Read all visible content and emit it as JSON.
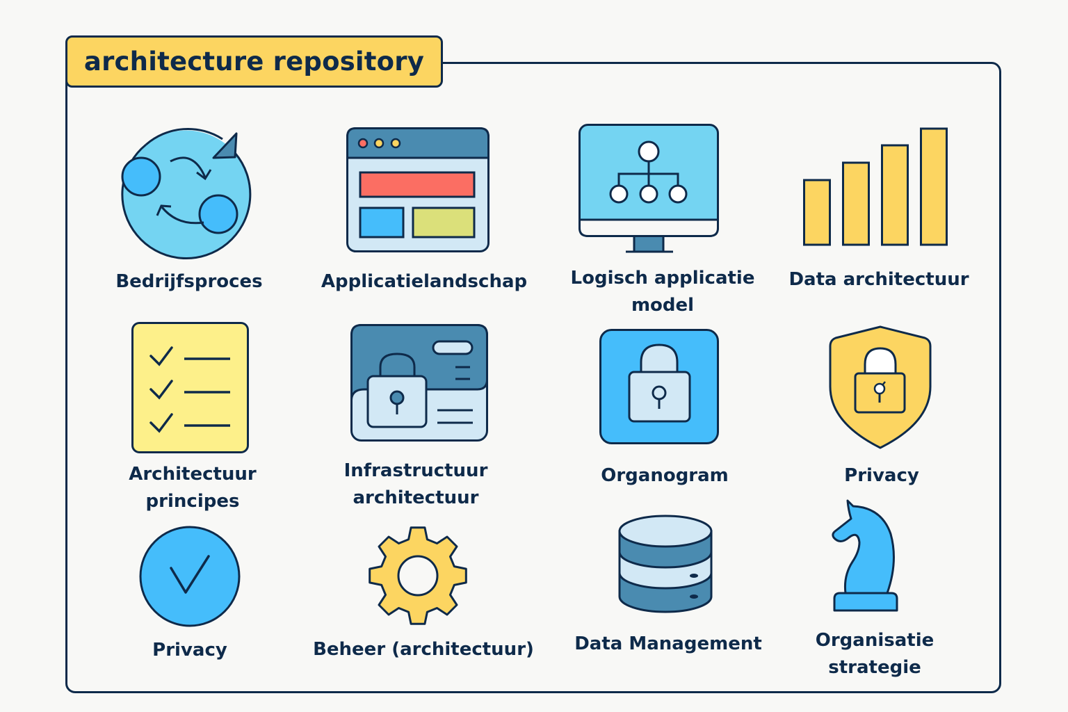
{
  "title": "architecture repository",
  "colors": {
    "outline": "#0e2a4a",
    "yellow": "#fcd561",
    "light_yellow": "#fdf08a",
    "sky": "#74d4f2",
    "blue": "#45bdfb",
    "steel": "#4a8bb0",
    "pale": "#d2e8f5",
    "red": "#fb6e63",
    "lime": "#dbe07a"
  },
  "tiles": [
    {
      "label": "Bedrijfsproces",
      "icon": "process-cycle-icon"
    },
    {
      "label": "Applicatielandschap",
      "icon": "browser-window-icon"
    },
    {
      "label": "Logisch applicatie model",
      "icon": "monitor-hierarchy-icon"
    },
    {
      "label": "Data architectuur",
      "icon": "bar-chart-icon"
    },
    {
      "label": "Architectuur principes",
      "icon": "checklist-icon"
    },
    {
      "label": "Infrastructuur architectuur",
      "icon": "secure-card-icon"
    },
    {
      "label": "Organogram",
      "icon": "padlock-icon"
    },
    {
      "label": "Privacy",
      "icon": "shield-lock-icon"
    },
    {
      "label": "Privacy",
      "icon": "checkmark-circle-icon"
    },
    {
      "label": "Beheer (architectuur)",
      "icon": "gear-icon"
    },
    {
      "label": "Data Management",
      "icon": "database-icon"
    },
    {
      "label": "Organisatie strategie",
      "icon": "chess-knight-icon"
    }
  ]
}
